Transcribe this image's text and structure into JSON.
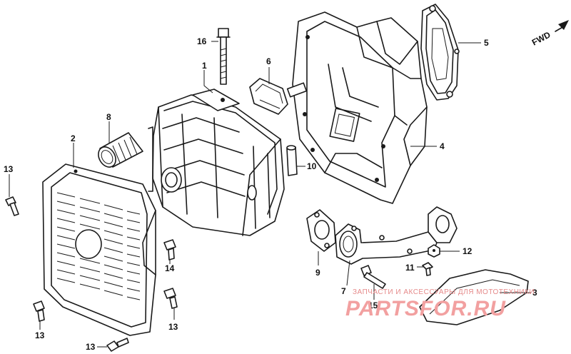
{
  "direction_label": "FWD",
  "watermark": {
    "tagline": "ЗАПЧАСТИ И АКСЕССУАРЫ ДЛЯ МОТОТЕХНИКИ",
    "brand": "PARTSFOR.RU"
  },
  "callouts": [
    {
      "id": "c16",
      "label": "16"
    },
    {
      "id": "c1",
      "label": "1"
    },
    {
      "id": "c6",
      "label": "6"
    },
    {
      "id": "c5",
      "label": "5"
    },
    {
      "id": "c8",
      "label": "8"
    },
    {
      "id": "c4",
      "label": "4"
    },
    {
      "id": "c2",
      "label": "2"
    },
    {
      "id": "c10",
      "label": "10"
    },
    {
      "id": "c13a",
      "label": "13"
    },
    {
      "id": "c14",
      "label": "14"
    },
    {
      "id": "c9",
      "label": "9"
    },
    {
      "id": "c12",
      "label": "12"
    },
    {
      "id": "c11",
      "label": "11"
    },
    {
      "id": "c7",
      "label": "7"
    },
    {
      "id": "c3",
      "label": "3"
    },
    {
      "id": "c15",
      "label": "15"
    },
    {
      "id": "c13b",
      "label": "13"
    },
    {
      "id": "c13c",
      "label": "13"
    },
    {
      "id": "c13d",
      "label": "13"
    }
  ]
}
